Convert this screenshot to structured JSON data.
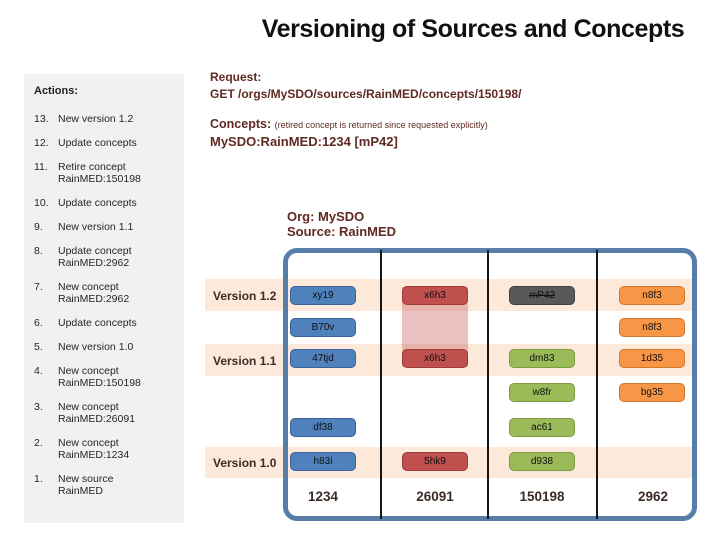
{
  "title": "Versioning of Sources and Concepts",
  "actions_panel": {
    "heading": "Actions:",
    "items": [
      {
        "num": "13.",
        "text": "New version 1.2"
      },
      {
        "num": "12.",
        "text": "Update concepts"
      },
      {
        "num": "11.",
        "text": "Retire concept\nRainMED:150198"
      },
      {
        "num": "10.",
        "text": "Update concepts"
      },
      {
        "num": "9.",
        "text": "New version 1.1"
      },
      {
        "num": "8.",
        "text": "Update concept\nRainMED:2962"
      },
      {
        "num": "7.",
        "text": "New concept\nRainMED:2962"
      },
      {
        "num": "6.",
        "text": "Update concepts"
      },
      {
        "num": "5.",
        "text": "New version 1.0"
      },
      {
        "num": "4.",
        "text": "New concept\nRainMED:150198"
      },
      {
        "num": "3.",
        "text": "New concept\nRainMED:26091"
      },
      {
        "num": "2.",
        "text": "New concept\nRainMED:1234"
      },
      {
        "num": "1.",
        "text": "New source\nRainMED"
      }
    ]
  },
  "request": {
    "label": "Request:",
    "value": "GET /orgs/MySDO/sources/RainMED/concepts/150198/"
  },
  "concepts": {
    "label": "Concepts:",
    "note": "(retired concept is returned since requested explicitly)",
    "value": "MySDO:RainMED:1234 [mP42]"
  },
  "org_header": {
    "org": "Org: MySDO",
    "source": "Source: RainMED"
  },
  "versions_chart": {
    "version_labels": [
      "Version 1.2",
      "Version 1.1",
      "Version 1.0"
    ],
    "concept_columns": [
      "1234",
      "26091",
      "150198",
      "2962"
    ],
    "cells": [
      {
        "label": "xy19",
        "col": "1234",
        "row": 1,
        "color": "blue"
      },
      {
        "label": "B70v",
        "col": "1234",
        "row": 2,
        "color": "blue"
      },
      {
        "label": "47tjd",
        "col": "1234",
        "row": 3,
        "color": "blue"
      },
      {
        "label": "df38",
        "col": "1234",
        "row": 5,
        "color": "blue"
      },
      {
        "label": "h83i",
        "col": "1234",
        "row": 6,
        "color": "blue"
      },
      {
        "label": "x6h3",
        "col": "26091",
        "row": 1,
        "color": "red"
      },
      {
        "label": "x6h3",
        "col": "26091",
        "row": 3,
        "color": "red"
      },
      {
        "label": "5hk9",
        "col": "26091",
        "row": 6,
        "color": "red"
      },
      {
        "label": "mP42",
        "col": "150198",
        "row": 1,
        "color": "gray",
        "retired": true
      },
      {
        "label": "dm83",
        "col": "150198",
        "row": 3,
        "color": "green"
      },
      {
        "label": "w8fr",
        "col": "150198",
        "row": 4,
        "color": "green"
      },
      {
        "label": "ac61",
        "col": "150198",
        "row": 5,
        "color": "green"
      },
      {
        "label": "d938",
        "col": "150198",
        "row": 6,
        "color": "green"
      },
      {
        "label": "n8f3",
        "col": "2962",
        "row": 1,
        "color": "orange"
      },
      {
        "label": "n8f3",
        "col": "2962",
        "row": 2,
        "color": "orange"
      },
      {
        "label": "1d35",
        "col": "2962",
        "row": 3,
        "color": "orange"
      },
      {
        "label": "bg35",
        "col": "2962",
        "row": 4,
        "color": "orange"
      }
    ]
  },
  "colors": {
    "cell_blue": "#4f81bd",
    "cell_red": "#c0504d",
    "cell_green": "#9bbb59",
    "cell_orange": "#f79646",
    "cell_gray": "#595959",
    "version_band": "#fde9d9",
    "frame_border": "#567ea8",
    "highlight": "rgba(192,80,77,0.35)",
    "maroon_text": "#5e2a23",
    "sidebar_bg": "#f1f1f1"
  }
}
